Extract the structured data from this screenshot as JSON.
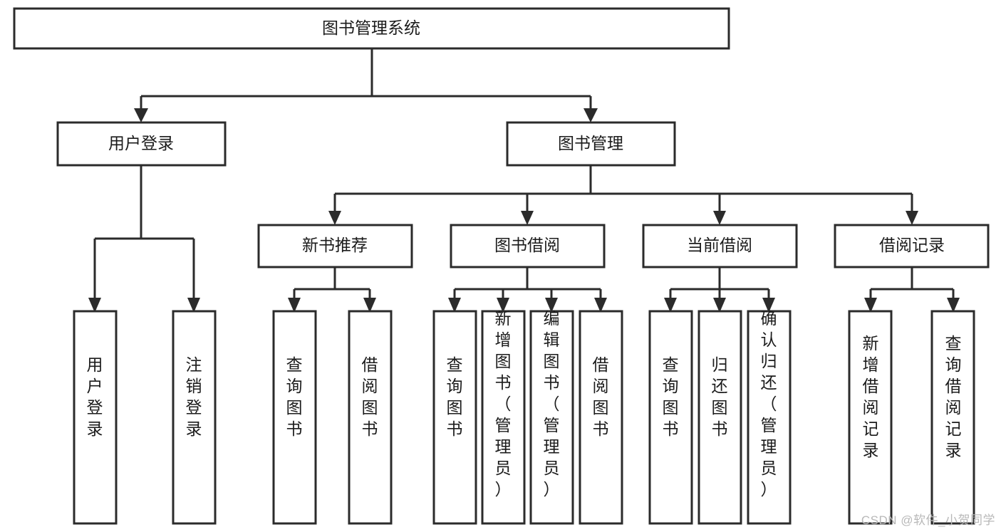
{
  "diagram": {
    "type": "tree-hierarchy-flowchart",
    "title": "图书管理系统",
    "watermark": "CSDN @软件_小贺同学",
    "colors": {
      "box_stroke": "#2b2b2b",
      "box_fill": "#ffffff",
      "text": "#1b1b1b",
      "background": "#ffffff",
      "watermark": "#b8b8b8"
    },
    "levels": {
      "root": "图书管理系统",
      "level2": [
        "用户登录",
        "图书管理"
      ],
      "level3": [
        "新书推荐",
        "图书借阅",
        "当前借阅",
        "借阅记录"
      ]
    },
    "nodes": {
      "root": {
        "label": "图书管理系统",
        "orientation": "horizontal"
      },
      "user_login": {
        "label": "用户登录",
        "orientation": "horizontal"
      },
      "book_manage": {
        "label": "图书管理",
        "orientation": "horizontal"
      },
      "new_book_rec": {
        "label": "新书推荐",
        "orientation": "horizontal"
      },
      "book_borrow": {
        "label": "图书借阅",
        "orientation": "horizontal"
      },
      "current_borrow": {
        "label": "当前借阅",
        "orientation": "horizontal"
      },
      "borrow_record": {
        "label": "借阅记录",
        "orientation": "horizontal"
      },
      "leaf_user_login": {
        "label": "用户登录",
        "orientation": "vertical"
      },
      "leaf_logout": {
        "label": "注销登录",
        "orientation": "vertical"
      },
      "leaf_query_book_1": {
        "label": "查询图书",
        "orientation": "vertical"
      },
      "leaf_borrow_book_1": {
        "label": "借阅图书",
        "orientation": "vertical"
      },
      "leaf_query_book_2": {
        "label": "查询图书",
        "orientation": "vertical"
      },
      "leaf_add_book": {
        "label": "新增图书（管理员）",
        "orientation": "vertical"
      },
      "leaf_edit_book": {
        "label": "编辑图书（管理员）",
        "orientation": "vertical"
      },
      "leaf_borrow_book_2": {
        "label": "借阅图书",
        "orientation": "vertical"
      },
      "leaf_query_book_3": {
        "label": "查询图书",
        "orientation": "vertical"
      },
      "leaf_return_book": {
        "label": "归还图书",
        "orientation": "vertical"
      },
      "leaf_confirm_return": {
        "label": "确认归还（管理员）",
        "orientation": "vertical"
      },
      "leaf_add_record": {
        "label": "新增借阅记录",
        "orientation": "vertical"
      },
      "leaf_query_record": {
        "label": "查询借阅记录",
        "orientation": "vertical"
      }
    },
    "edges": [
      {
        "from": "root",
        "to": "user_login"
      },
      {
        "from": "root",
        "to": "book_manage"
      },
      {
        "from": "user_login",
        "to": "leaf_user_login"
      },
      {
        "from": "user_login",
        "to": "leaf_logout"
      },
      {
        "from": "book_manage",
        "to": "new_book_rec"
      },
      {
        "from": "book_manage",
        "to": "book_borrow"
      },
      {
        "from": "book_manage",
        "to": "current_borrow"
      },
      {
        "from": "book_manage",
        "to": "borrow_record"
      },
      {
        "from": "new_book_rec",
        "to": "leaf_query_book_1"
      },
      {
        "from": "new_book_rec",
        "to": "leaf_borrow_book_1"
      },
      {
        "from": "book_borrow",
        "to": "leaf_query_book_2"
      },
      {
        "from": "book_borrow",
        "to": "leaf_add_book"
      },
      {
        "from": "book_borrow",
        "to": "leaf_edit_book"
      },
      {
        "from": "book_borrow",
        "to": "leaf_borrow_book_2"
      },
      {
        "from": "current_borrow",
        "to": "leaf_query_book_3"
      },
      {
        "from": "current_borrow",
        "to": "leaf_return_book"
      },
      {
        "from": "current_borrow",
        "to": "leaf_confirm_return"
      },
      {
        "from": "borrow_record",
        "to": "leaf_add_record"
      },
      {
        "from": "borrow_record",
        "to": "leaf_query_record"
      }
    ]
  }
}
